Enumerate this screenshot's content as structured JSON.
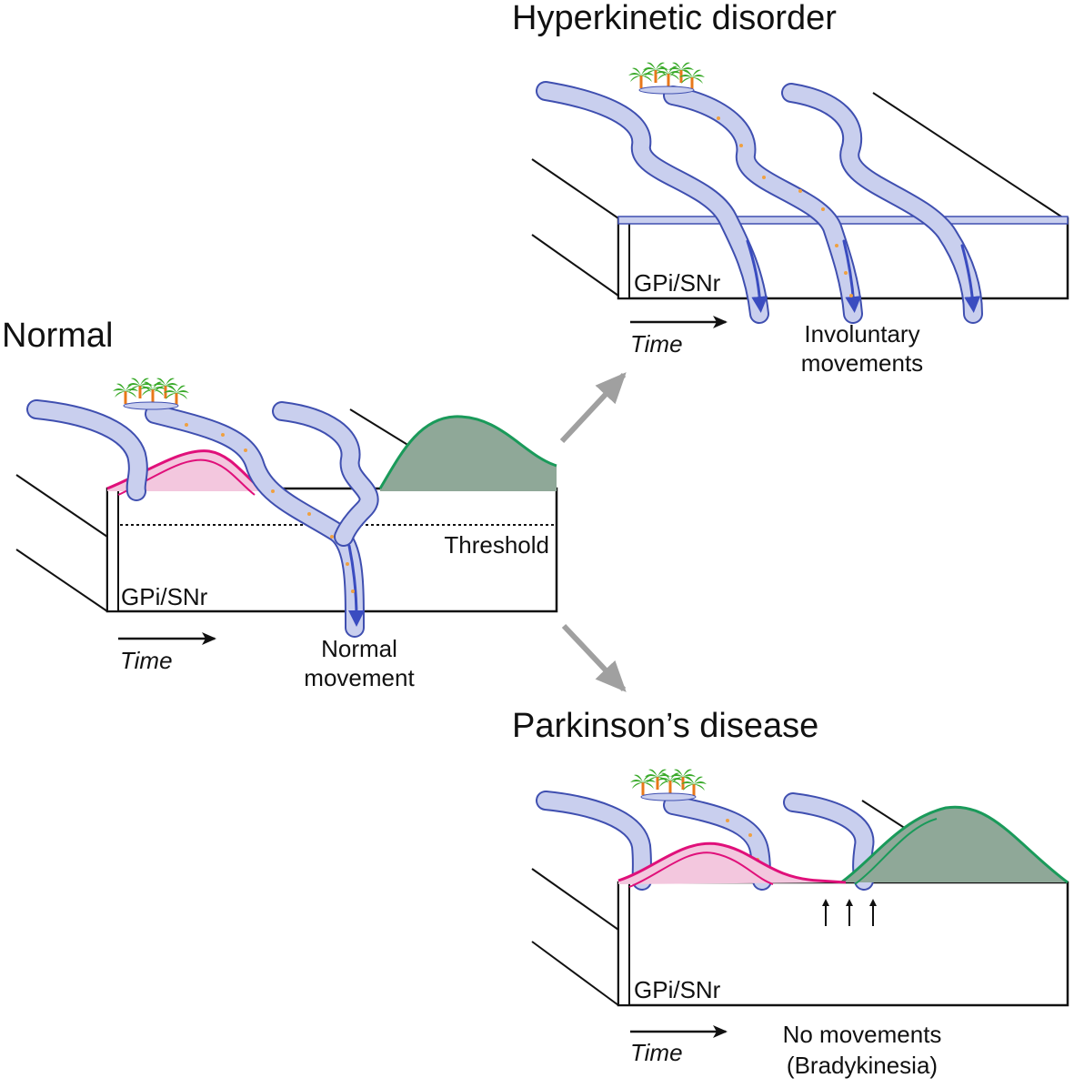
{
  "panels": {
    "normal": {
      "title": "Normal",
      "region_label": "GPi/SNr",
      "time_label": "Time",
      "threshold_label": "Threshold",
      "outcome_line1": "Normal",
      "outcome_line2": "movement"
    },
    "hyperkinetic": {
      "title": "Hyperkinetic disorder",
      "region_label": "GPi/SNr",
      "time_label": "Time",
      "outcome_line1": "Involuntary",
      "outcome_line2": "movements"
    },
    "parkinsons": {
      "title": "Parkinson’s disease",
      "region_label": "GPi/SNr",
      "time_label": "Time",
      "outcome_line1": "No movements",
      "outcome_line2": "(Bradykinesia)"
    }
  },
  "colors": {
    "river_fill": "#c9cfee",
    "river_stroke": "#3f4fb0",
    "river_arrow": "#3a4cc0",
    "particles": "#f0a040",
    "pink_fill": "#f3c7de",
    "pink_stroke": "#e0107a",
    "green_fill": "#8fa898",
    "green_stroke": "#1a9a5a",
    "transition_arrow": "#a0a0a0",
    "palm_leaf": "#3aaa2a",
    "palm_trunk": "#e8781a"
  },
  "icons": [
    "palm-tree-icon",
    "river-icon",
    "time-arrow-icon",
    "transition-arrow-icon"
  ]
}
